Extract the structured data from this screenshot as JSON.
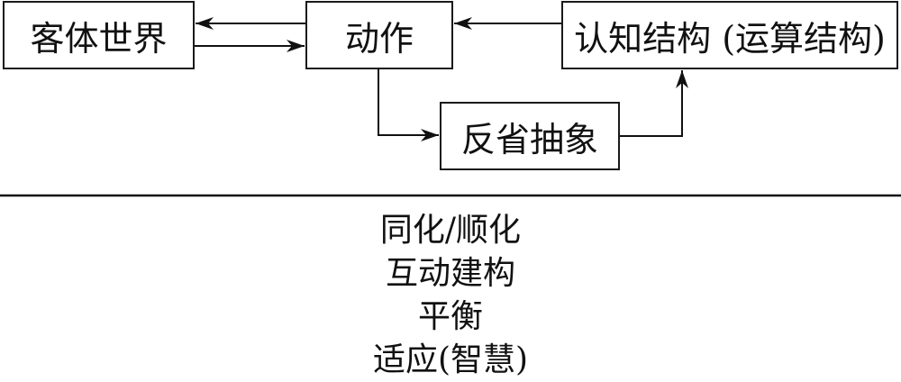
{
  "diagram": {
    "nodes": {
      "object_world": "客体世界",
      "action": "动作",
      "cognitive_structure": "认知结构 (运算结构)",
      "reflective_abstraction": "反省抽象"
    },
    "edges": [
      {
        "from": "action",
        "to": "object_world"
      },
      {
        "from": "object_world",
        "to": "action"
      },
      {
        "from": "cognitive_structure",
        "to": "action"
      },
      {
        "from": "action",
        "to": "reflective_abstraction"
      },
      {
        "from": "reflective_abstraction",
        "to": "cognitive_structure"
      }
    ],
    "concepts": [
      "同化/顺化",
      "互动建构",
      "平衡",
      "适应(智慧)"
    ]
  }
}
